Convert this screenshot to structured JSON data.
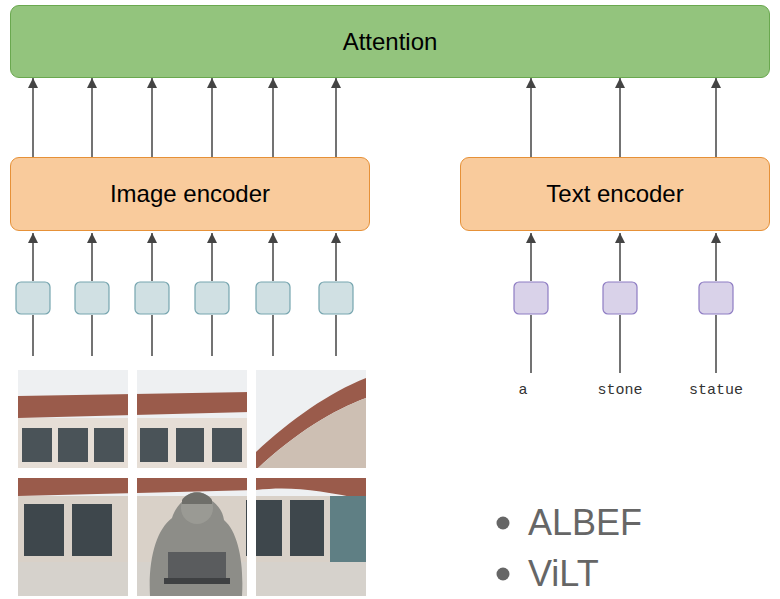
{
  "diagram": {
    "nodes": [
      {
        "text": [
          "Attention"
        ]
      },
      {
        "text": [
          "Image encoder"
        ]
      },
      {
        "text": [
          "Text encoder"
        ]
      }
    ],
    "edges": [
      {
        "from": 1,
        "to": 0,
        "arrow": "to"
      },
      {
        "from": 1,
        "to": 0,
        "arrow": "to"
      },
      {
        "from": 1,
        "to": 0,
        "arrow": "to"
      },
      {
        "from": 1,
        "to": 0,
        "arrow": "to"
      },
      {
        "from": 1,
        "to": 0,
        "arrow": "to"
      },
      {
        "from": 1,
        "to": 0,
        "arrow": "to"
      },
      {
        "from": 2,
        "to": 0,
        "arrow": "to"
      },
      {
        "from": 2,
        "to": 0,
        "arrow": "to"
      },
      {
        "from": 2,
        "to": 0,
        "arrow": "to"
      }
    ],
    "labels": [
      "a",
      "stone",
      "statue",
      "ALBEF",
      "ViLT"
    ]
  }
}
